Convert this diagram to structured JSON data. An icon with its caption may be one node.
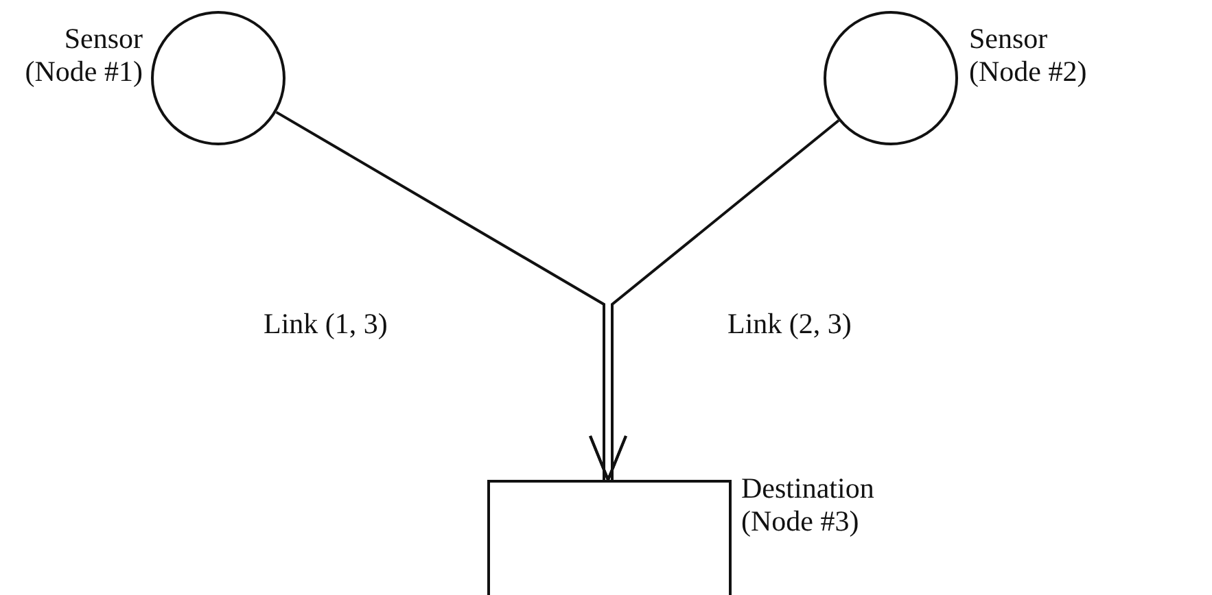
{
  "diagram": {
    "nodes": [
      {
        "text": [],
        "shape": "circle",
        "beside": [
          "Sensor (Node #1)"
        ]
      },
      {
        "text": [],
        "shape": "circle",
        "beside": [
          "Sensor (Node #2)"
        ]
      },
      {
        "text": [],
        "shape": "box",
        "beside": [
          "Destination (Node #3)"
        ]
      }
    ],
    "edges": [
      {
        "from": 0,
        "to": 2,
        "arrow": "to",
        "label": "Link (1, 3)"
      },
      {
        "from": 1,
        "to": 2,
        "arrow": "to",
        "label": "Link (2, 3)"
      }
    ]
  }
}
